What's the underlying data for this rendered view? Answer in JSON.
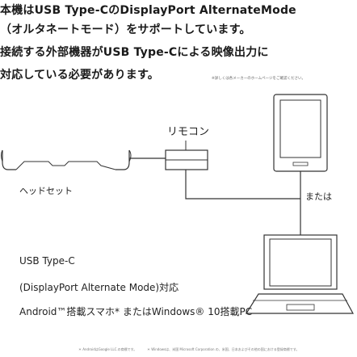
{
  "intro": {
    "line1": "本機はUSB Type-CのDisplayPort AlternateMode",
    "line2": "（オルタネートモード）をサポートしています。",
    "line3": "接続する外部機器がUSB Type-Cによる映像出力に",
    "line4": "対応している必要があります。",
    "small_note": "※詳しくは各メーカーのホームページをご確認ください。"
  },
  "diagram": {
    "remote_label": "リモコン",
    "headset_label": "ヘッドセット",
    "or_label": "または",
    "usb_label": "USB Type-C",
    "displayport_label": "(DisplayPort Alternate Mode)対応",
    "device_label": "Android™搭載スマホ* またはWindows® 10搭載PC"
  },
  "footer": {
    "note_left": "＊ AndroidはGoogle LLC.の商標です。",
    "note_right": "＊ Windowsは、米国 Microsoft Corporation の、米国、日本およびその他の国における登録商標です。"
  },
  "colors": {
    "line": "#333333",
    "text": "#222222"
  }
}
